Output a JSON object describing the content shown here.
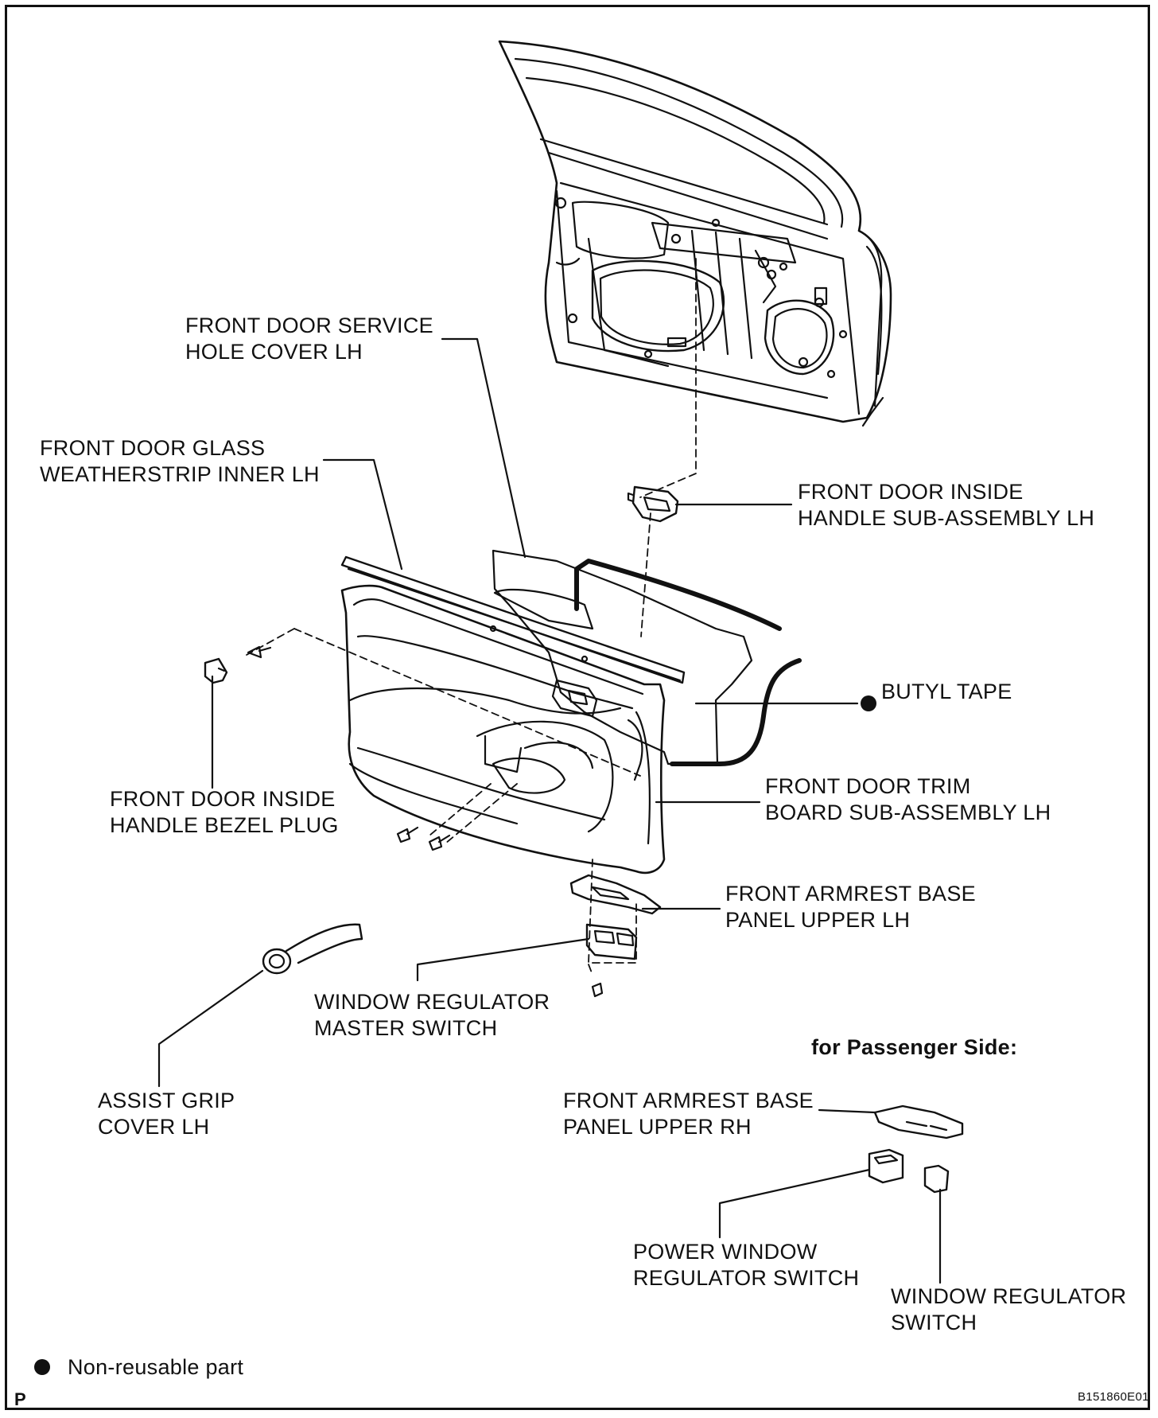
{
  "labels": {
    "service_hole_cover": [
      "FRONT DOOR SERVICE",
      "HOLE COVER LH"
    ],
    "glass_weatherstrip": [
      "FRONT DOOR GLASS",
      "WEATHERSTRIP INNER LH"
    ],
    "inside_handle": [
      "FRONT DOOR INSIDE",
      "HANDLE SUB-ASSEMBLY LH"
    ],
    "butyl_tape": "BUTYL TAPE",
    "bezel_plug": [
      "FRONT DOOR INSIDE",
      "HANDLE BEZEL PLUG"
    ],
    "trim_board": [
      "FRONT DOOR TRIM",
      "BOARD SUB-ASSEMBLY LH"
    ],
    "armrest_lh": [
      "FRONT ARMREST BASE",
      "PANEL UPPER LH"
    ],
    "master_switch": [
      "WINDOW REGULATOR",
      "MASTER SWITCH"
    ],
    "assist_grip": [
      "ASSIST GRIP",
      "COVER LH"
    ],
    "passenger_heading": "for Passenger Side:",
    "armrest_rh": [
      "FRONT ARMREST BASE",
      "PANEL UPPER RH"
    ],
    "power_window_switch": [
      "POWER WINDOW",
      "REGULATOR SWITCH"
    ],
    "window_switch": [
      "WINDOW REGULATOR",
      "SWITCH"
    ]
  },
  "legend": {
    "text": "Non-reusable part"
  },
  "corner_mark": "P",
  "figure_code": "B151860E01"
}
